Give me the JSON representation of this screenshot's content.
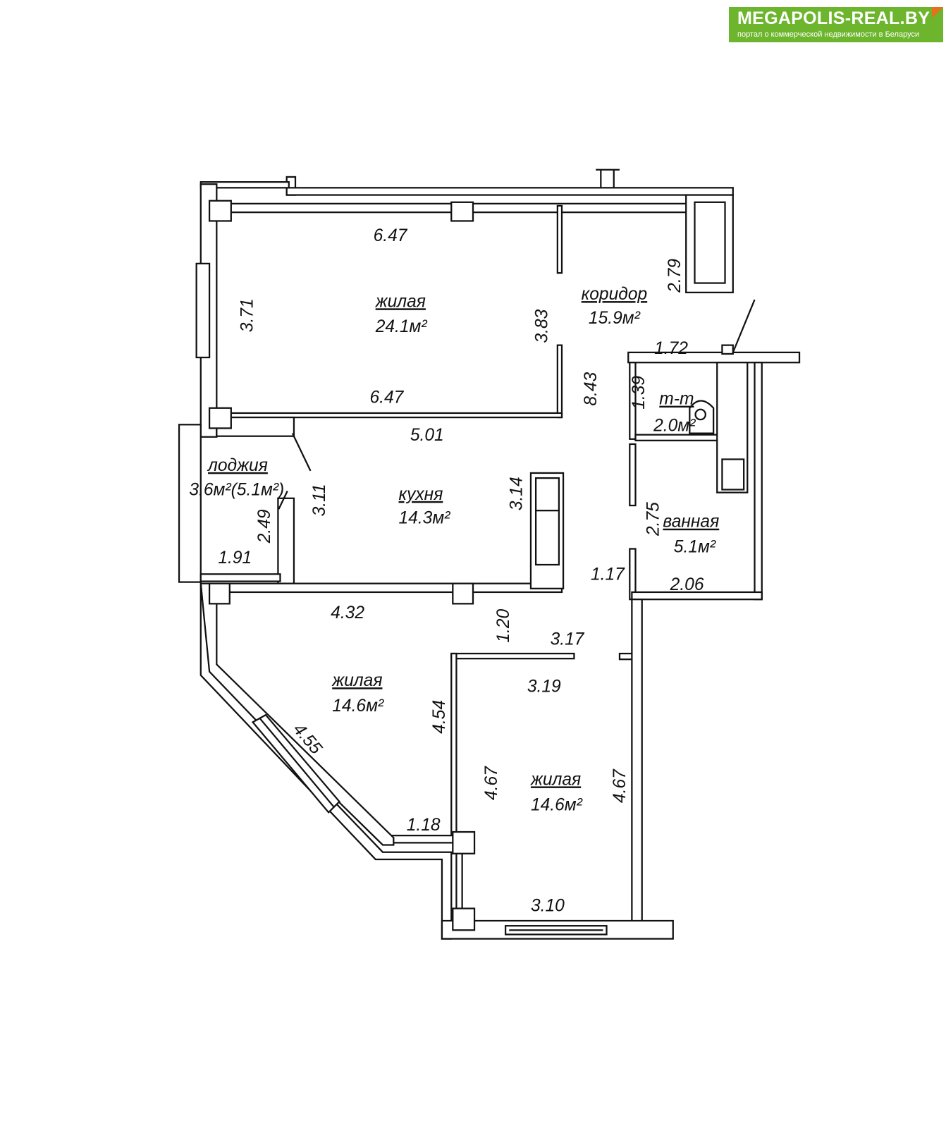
{
  "logo": {
    "title": "MEGAPOLIS-REAL.BY",
    "subtitle": "портал о коммерческой недвижимости в Беларуси",
    "brand_color": "#6cb52d",
    "accent_color": "#e8701a"
  },
  "rooms": [
    {
      "name": "жилая",
      "area": "24.1м²"
    },
    {
      "name": "коридор",
      "area": "15.9м²"
    },
    {
      "name": "лоджия",
      "area": "3.6м²(5.1м²)"
    },
    {
      "name": "кухня",
      "area": "14.3м²"
    },
    {
      "name": "т-т",
      "area": "2.0м²"
    },
    {
      "name": "ванная",
      "area": "5.1м²"
    },
    {
      "name": "жилая",
      "area": "14.6м²"
    },
    {
      "name": "жилая",
      "area": "14.6м²"
    }
  ],
  "dimensions": [
    "6.47",
    "3.71",
    "3.83",
    "6.47",
    "2.79",
    "8.43",
    "1.72",
    "1.39",
    "5.01",
    "3.11",
    "3.14",
    "2.49",
    "1.91",
    "2.75",
    "1.17",
    "2.06",
    "4.32",
    "1.20",
    "3.17",
    "3.19",
    "4.54",
    "4.55",
    "4.67",
    "4.67",
    "1.18",
    "3.10"
  ]
}
